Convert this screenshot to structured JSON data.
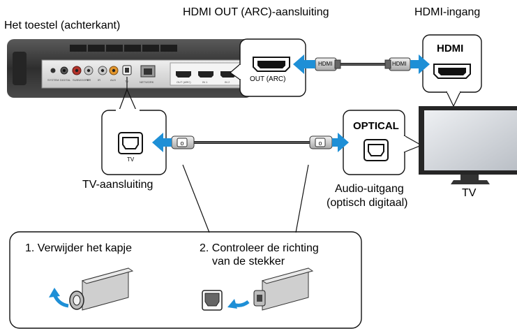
{
  "labels": {
    "device_title": "Het toestel (achterkant)",
    "hdmi_out_title": "HDMI OUT (ARC)-aansluiting",
    "hdmi_in_title": "HDMI-ingang",
    "hdmi_out_port": "OUT (ARC)",
    "hdmi_tv_badge": "HDMI",
    "cable_plug_left": "HDMI",
    "cable_plug_right": "HDMI",
    "optical_tv_badge": "OPTICAL",
    "tv_port_small": "TV",
    "tv_connection": "TV-aansluiting",
    "audio_out_line1": "Audio-uitgang",
    "audio_out_line2": "(optisch digitaal)",
    "tv_name": "TV",
    "step1": "1. Verwijder het kapje",
    "step2_line1": "2. Controleer de richting",
    "step2_line2": "van de stekker"
  },
  "colors": {
    "arrow": "#1e8fd6",
    "device_body": "#3d3d3d",
    "panel": "#d9d9d9",
    "cable": "#222222"
  }
}
